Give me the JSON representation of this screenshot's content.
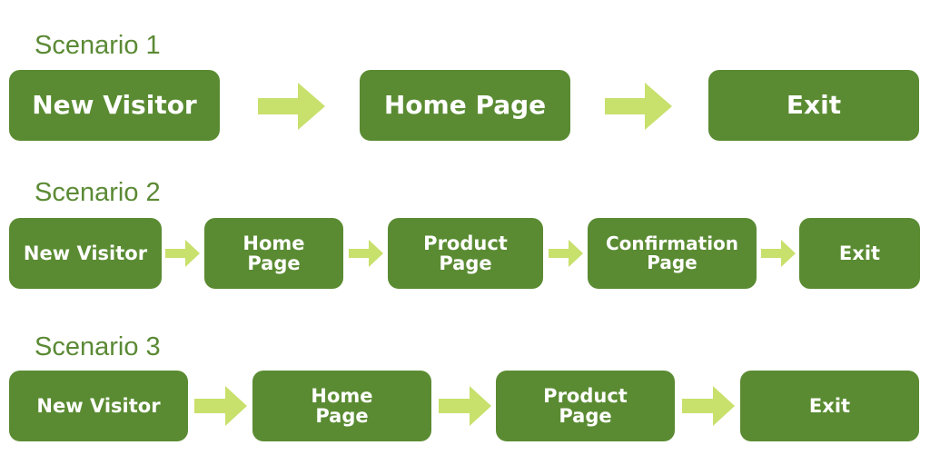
{
  "colors": {
    "box_fill": "#5a8b32",
    "box_text": "#ffffff",
    "title_text": "#5b8a35",
    "arrow_fill": "#c8e06c"
  },
  "scenarios": [
    {
      "title": "Scenario 1",
      "steps": [
        "New Visitor",
        "Home Page",
        "Exit"
      ]
    },
    {
      "title": "Scenario 2",
      "steps": [
        "New Visitor",
        "Home\nPage",
        "Product\nPage",
        "Confirmation\nPage",
        "Exit"
      ]
    },
    {
      "title": "Scenario 3",
      "steps": [
        "New Visitor",
        "Home\nPage",
        "Product\nPage",
        "Exit"
      ]
    }
  ]
}
